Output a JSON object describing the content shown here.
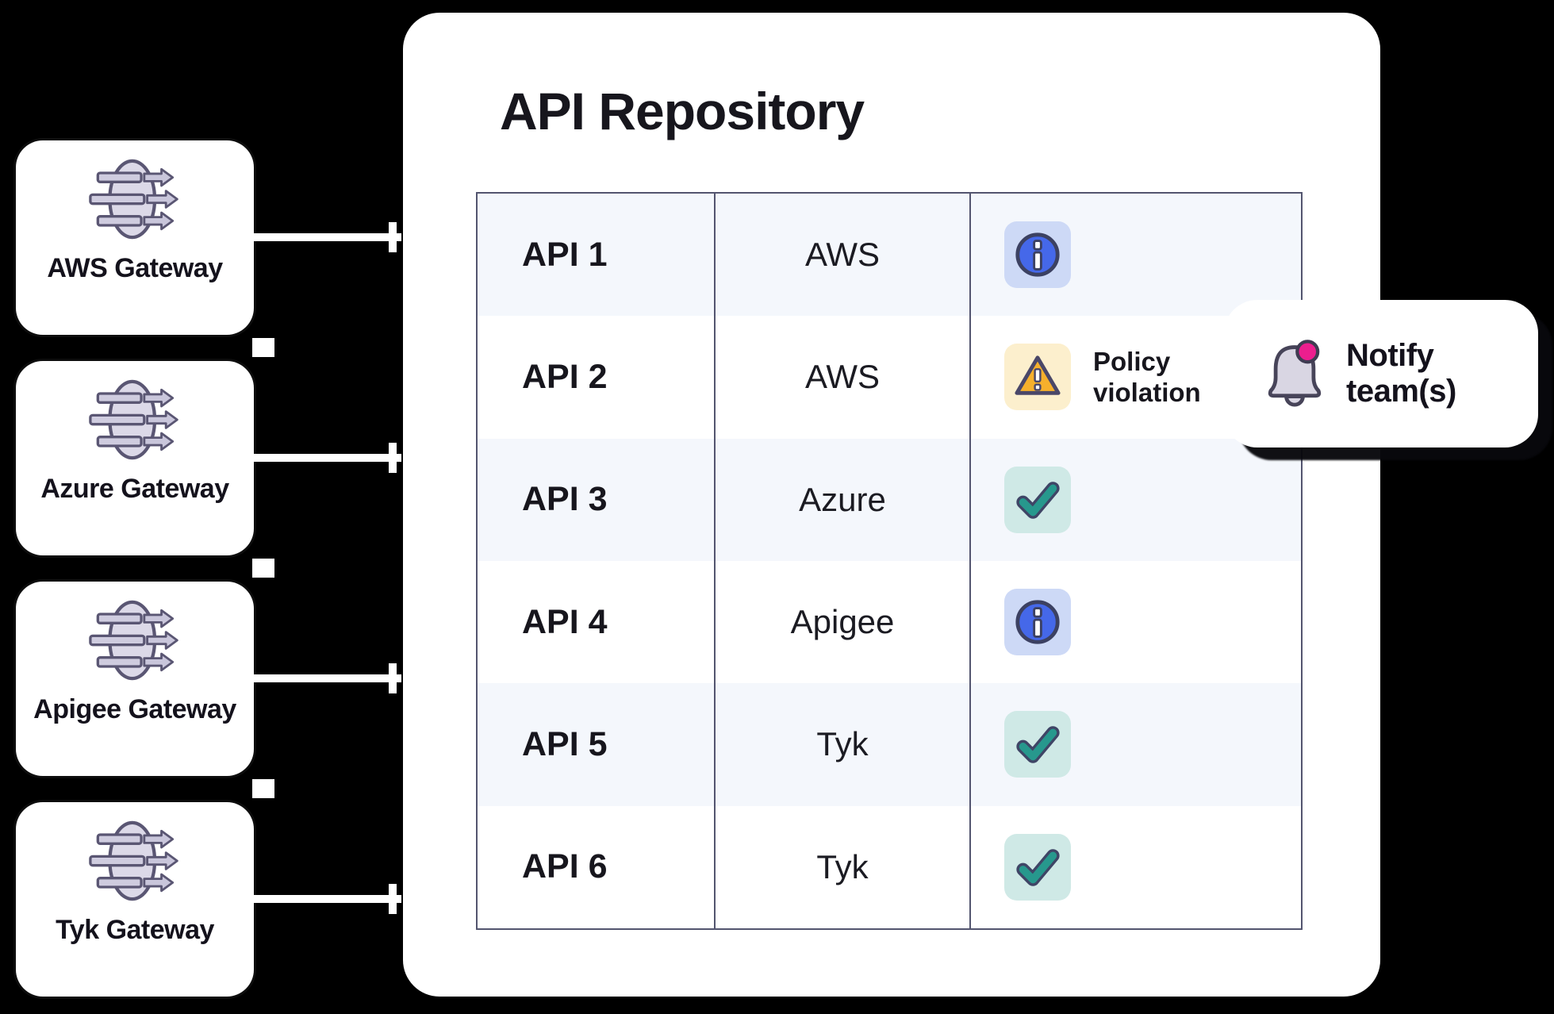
{
  "colors": {
    "page-bg": "#000000",
    "panel-bg": "#ffffff",
    "text-dark": "#17161d",
    "table-border": "#53556f",
    "row-alt-bg": "#f4f7fc",
    "info-box-bg": "#cdd9f6",
    "info-circle": "#4568e9",
    "info-outline": "#3c4162",
    "warn-box-bg": "#fcefcd",
    "warn-triangle": "#f6b02c",
    "warn-outline": "#4a4768",
    "check-box-bg": "#cfe9e6",
    "check-mark": "#27988d",
    "check-outline": "#3f4566",
    "gateway-icon-fill": "#dcd9e8",
    "gateway-icon-stroke": "#5a5673",
    "bell-fill": "#d9d6e3",
    "bell-stroke": "#474459",
    "badge-pink": "#ec1e8e",
    "connector": "#ffffff"
  },
  "gateways": [
    {
      "label": "AWS Gateway",
      "icon": "gateway-icon"
    },
    {
      "label": "Azure Gateway",
      "icon": "gateway-icon"
    },
    {
      "label": "Apigee Gateway",
      "icon": "gateway-icon"
    },
    {
      "label": "Tyk Gateway",
      "icon": "gateway-icon"
    }
  ],
  "repository": {
    "title": "API Repository",
    "table": {
      "rows": [
        {
          "api": "API 1",
          "gateway": "AWS",
          "status": "info"
        },
        {
          "api": "API 2",
          "gateway": "AWS",
          "status": "warning",
          "status_label": "Policy violation"
        },
        {
          "api": "API 3",
          "gateway": "Azure",
          "status": "check"
        },
        {
          "api": "API 4",
          "gateway": "Apigee",
          "status": "info"
        },
        {
          "api": "API 5",
          "gateway": "Tyk",
          "status": "check"
        },
        {
          "api": "API 6",
          "gateway": "Tyk",
          "status": "check"
        }
      ]
    }
  },
  "callout": {
    "label": "Notify team(s)",
    "icon": "bell-icon"
  }
}
